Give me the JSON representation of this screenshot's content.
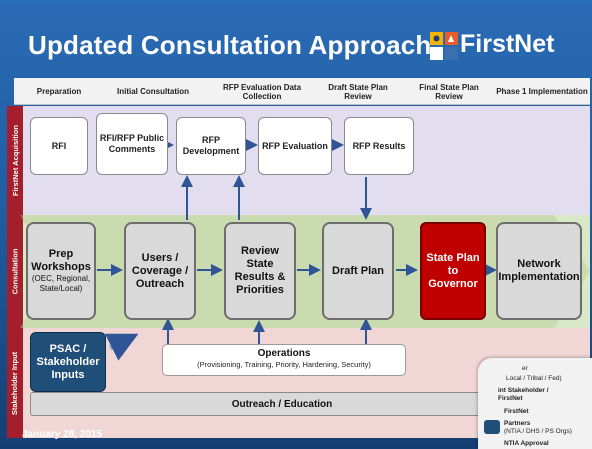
{
  "title": "Updated Consultation Approach",
  "logo": {
    "text": "FirstNet",
    "icon": "firstnet-logo-icon"
  },
  "stages": [
    "Preparation",
    "Initial Consultation",
    "RFP Evaluation Data Collection",
    "Draft State Plan Review",
    "Final State Plan Review",
    "Phase 1 Implementation"
  ],
  "rows": {
    "acquisition": "FirstNet Acquisition",
    "consultation": "Consultation",
    "input": "Stakeholder Input"
  },
  "acquisition_boxes": {
    "rfi": "RFI",
    "rfi_comments": "RFI/RFP Public Comments",
    "rfp_development": "RFP Development",
    "rfp_evaluation": "RFP Evaluation",
    "rfp_results": "RFP Results"
  },
  "consultation_boxes": {
    "prep_title": "Prep Workshops",
    "prep_sub": "(OEC, Regional, State/Local)",
    "users": "Users / Coverage / Outreach",
    "review": "Review State Results & Priorities",
    "draft": "Draft Plan",
    "state_plan": "State Plan to Governor",
    "network": "Network Implementation"
  },
  "input_boxes": {
    "psac": "PSAC / Stakeholder Inputs",
    "ops_title": "Operations",
    "ops_sub": "(Provisioning, Training, Priority, Hardening, Security)",
    "outreach": "Outreach / Education"
  },
  "legend": {
    "line1": "er",
    "line2": "Local / Tribal / Fed)",
    "line3": "int Stakeholder /",
    "line4": "FirstNet",
    "line5": "FirstNet",
    "line6": "Partners",
    "line7": "(NTIA / DHS / PS Orgs)",
    "line8": "NTIA Approval"
  },
  "date": "January 28, 2015",
  "colors": {
    "red": "#c00000",
    "navy": "#1f4e79",
    "acq_band": "#e2ddef",
    "con_band": "#d9e8c7",
    "inp_band": "#f1d6d6",
    "row_label": "#a51e2c"
  }
}
